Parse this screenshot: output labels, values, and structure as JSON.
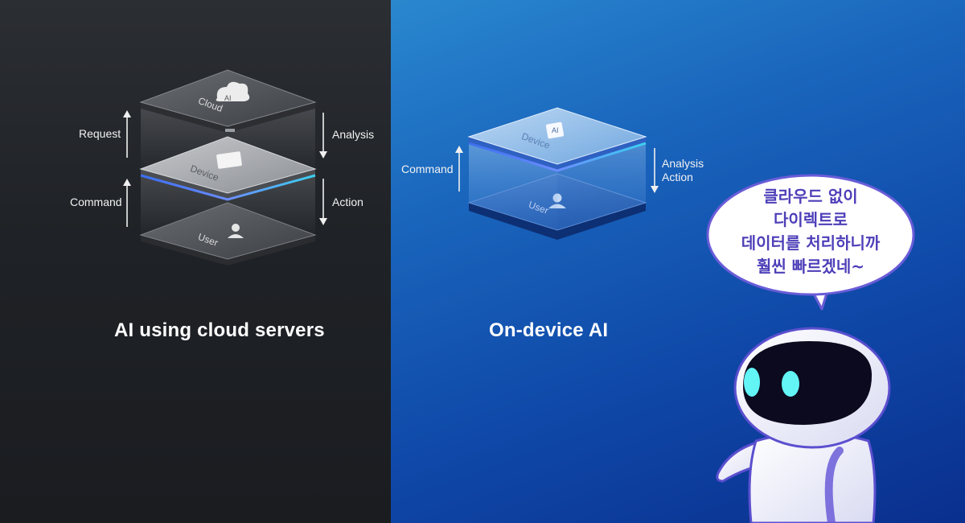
{
  "left_panel": {
    "title": "AI using cloud servers",
    "layers": [
      "Cloud",
      "Device",
      "User"
    ],
    "cloud_badge": "AI",
    "flow_labels": {
      "request": "Request",
      "command": "Command",
      "analysis": "Analysis",
      "action": "Action"
    }
  },
  "right_panel": {
    "title": "On-device AI",
    "layers": [
      "Device",
      "User"
    ],
    "device_badge": "AI",
    "flow_labels": {
      "command": "Command",
      "analysis": "Analysis",
      "action": "Action"
    }
  },
  "speech_bubble": {
    "lines": [
      "클라우드 없이",
      "다이렉트로",
      "데이터를 처리하니까",
      "훨씬 빠르겠네~"
    ]
  },
  "colors": {
    "left_bg": "#1f2226",
    "right_bg": "#1660b8",
    "bubble_border": "#6a5cd8",
    "bubble_text": "#4d3fb8",
    "robot_eye": "#5ef3f5"
  }
}
